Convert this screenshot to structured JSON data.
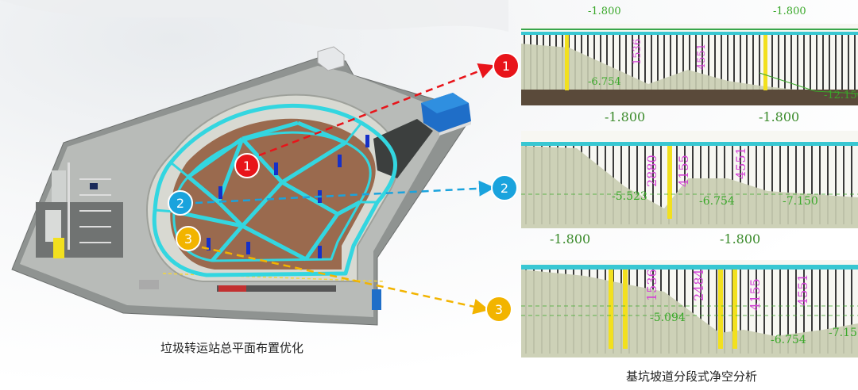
{
  "left_caption": "垃圾转运站总平面布置优化",
  "right_caption": "基坑坡道分段式净空分析",
  "markers": [
    {
      "label": "1",
      "color": "#e8141a"
    },
    {
      "label": "2",
      "color": "#1aa3dd"
    },
    {
      "label": "3",
      "color": "#f2b400"
    }
  ],
  "sections": [
    {
      "elevations": [
        "-1.800",
        "-1.800"
      ],
      "depths": [
        "-6.754",
        "-12.150"
      ],
      "clearances": [
        "1536",
        "4551"
      ]
    },
    {
      "elevations": [
        "-1.800",
        "-1.800"
      ],
      "depths": [
        "-5.523",
        "-6.754",
        "-7.150"
      ],
      "clearances": [
        "2880",
        "4155",
        "4551"
      ]
    },
    {
      "elevations": [
        "-1.800",
        "-1.800"
      ],
      "depths": [
        "-5.094",
        "-6.754",
        "-7.15"
      ],
      "clearances": [
        "1536",
        "2484",
        "4155",
        "4551"
      ]
    }
  ],
  "colors": {
    "ring_beam": "#33d6e0",
    "pit_floor": "#9a6a4e",
    "deck": "#38c7d2",
    "soil": "#5a4a3a",
    "slope": "#c9cdb2",
    "dimension_text": "#d33fd6",
    "elevation_text": "#3aa82a"
  }
}
